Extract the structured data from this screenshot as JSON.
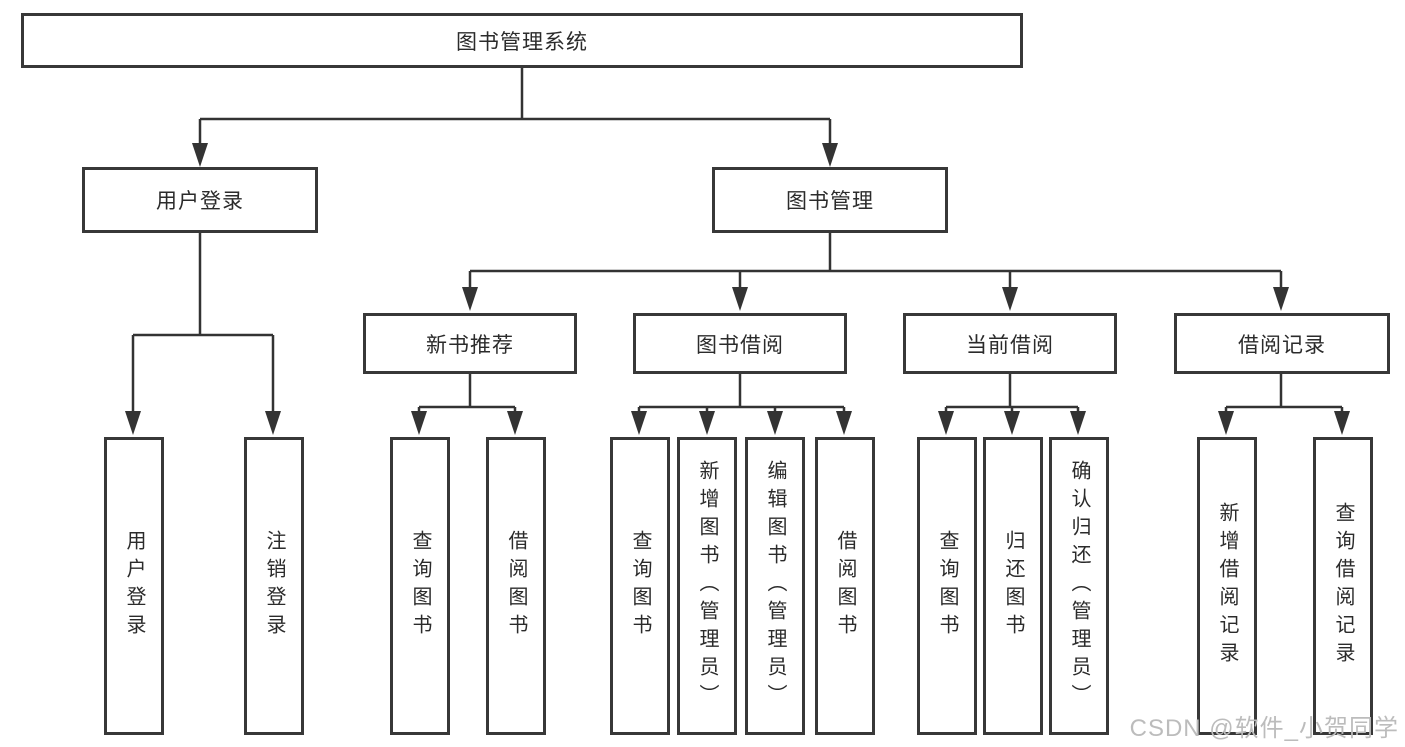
{
  "diagram": {
    "root": {
      "label": "图书管理系统"
    },
    "branches": [
      {
        "label": "用户登录",
        "children": [
          "用户登录",
          "注销登录"
        ]
      },
      {
        "label": "图书管理",
        "sections": [
          {
            "label": "新书推荐",
            "children": [
              "查询图书",
              "借阅图书"
            ]
          },
          {
            "label": "图书借阅",
            "children": [
              "查询图书",
              "新增图书（管理员）",
              "编辑图书（管理员）",
              "借阅图书"
            ]
          },
          {
            "label": "当前借阅",
            "children": [
              "查询图书",
              "归还图书",
              "确认归还（管理员）"
            ]
          },
          {
            "label": "借阅记录",
            "children": [
              "新增借阅记录",
              "查询借阅记录"
            ]
          }
        ]
      }
    ]
  },
  "watermark": {
    "text": "CSDN @软件_小贺同学",
    "color": "#bcbcbc"
  },
  "colors": {
    "line": "#333333",
    "box_border": "#383838",
    "text": "#2b2b2b",
    "background": "#ffffff"
  }
}
